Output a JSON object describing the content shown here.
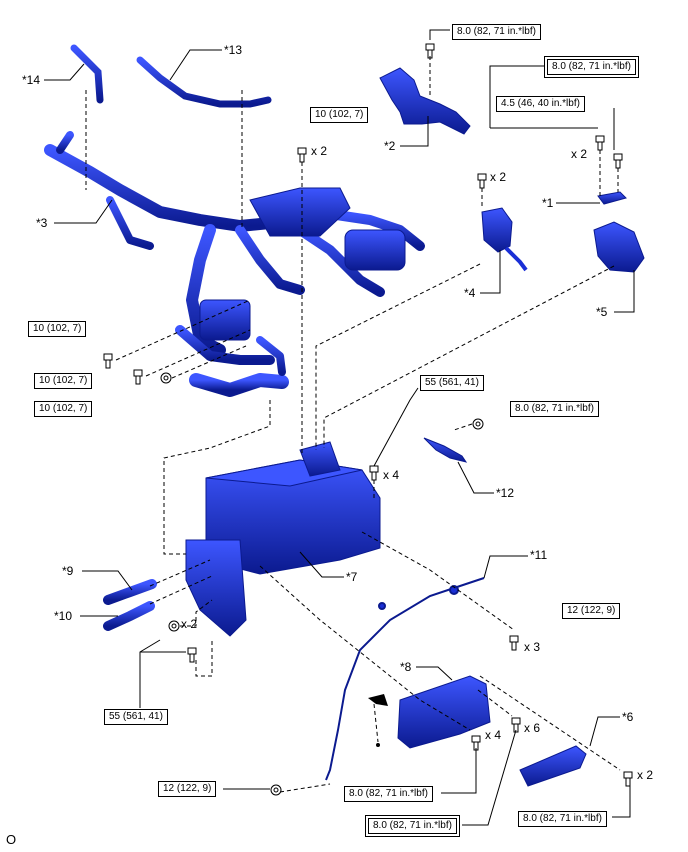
{
  "callouts": {
    "c14": "*14",
    "c13": "*13",
    "c2": "*2",
    "c3": "*3",
    "c1": "*1",
    "c4": "*4",
    "c5": "*5",
    "c12": "*12",
    "c7": "*7",
    "c11": "*11",
    "c9": "*9",
    "c10": "*10",
    "c8": "*8",
    "c6": "*6"
  },
  "torques": {
    "t_top_bolt": "8.0 (82, 71 in.*lbf)",
    "t_top_box": "8.0 (82, 71 in.*lbf)",
    "t_45": "4.5 (46, 40 in.*lbf)",
    "t_10_top": "10 (102, 7)",
    "t_10_a": "10 (102, 7)",
    "t_10_b": "10 (102, 7)",
    "t_10_c": "10 (102, 7)",
    "t_55_mid": "55 (561, 41)",
    "t_80_mid": "8.0 (82, 71 in.*lbf)",
    "t_12_right": "12 (122, 9)",
    "t_55_left": "55 (561, 41)",
    "t_12_bottom": "12 (122, 9)",
    "t_80_b1": "8.0 (82, 71 in.*lbf)",
    "t_80_b2": "8.0 (82, 71 in.*lbf)",
    "t_80_b3": "8.0 (82, 71 in.*lbf)"
  },
  "multipliers": {
    "m_x2_top": "x 2",
    "m_x2_mid": "x 2",
    "m_x2_right": "x 2",
    "m_x4_mid": "x 4",
    "m_x3": "x 3",
    "m_x2_left": "x 2",
    "m_x6": "x 6",
    "m_x4_bottom": "x 4",
    "m_x2_bottom": "x 2"
  },
  "footer": {
    "code": "O"
  },
  "colors": {
    "part_blue": "#1a2fd6",
    "part_dark": "#0b1a8f",
    "part_light": "#3d56ff",
    "line": "#000000"
  }
}
